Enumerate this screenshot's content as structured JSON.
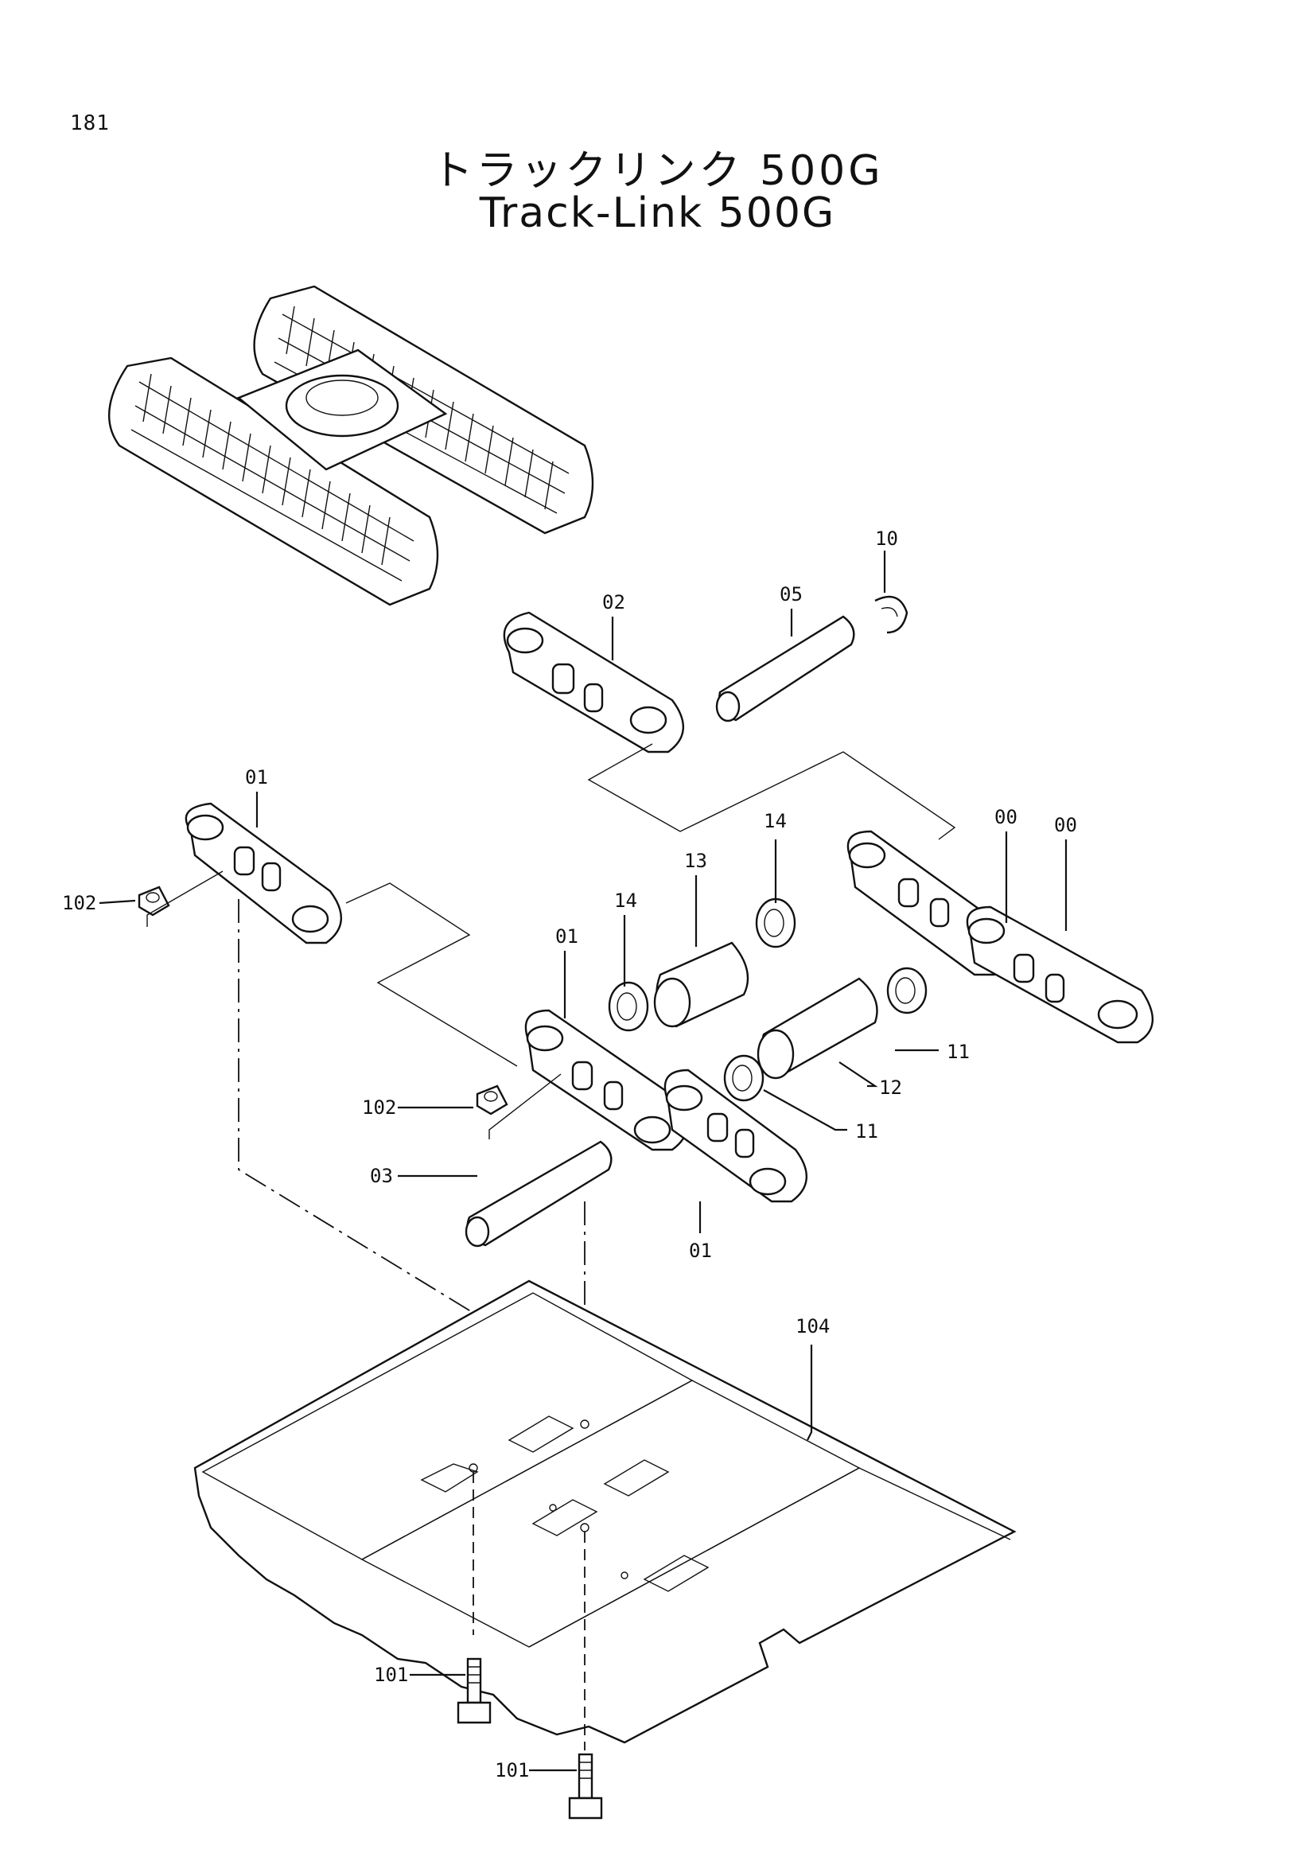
{
  "page": {
    "number": "181"
  },
  "title": {
    "japanese": "トラックリンク 500G",
    "english": "Track-Link 500G"
  },
  "callouts": [
    {
      "id": "c-10",
      "label": "10"
    },
    {
      "id": "c-05",
      "label": "05"
    },
    {
      "id": "c-02",
      "label": "02"
    },
    {
      "id": "c-01-top",
      "label": "01"
    },
    {
      "id": "c-102-left",
      "label": "102"
    },
    {
      "id": "c-14-a",
      "label": "14"
    },
    {
      "id": "c-13",
      "label": "13"
    },
    {
      "id": "c-00-a",
      "label": "00"
    },
    {
      "id": "c-00-b",
      "label": "00"
    },
    {
      "id": "c-14-b",
      "label": "14"
    },
    {
      "id": "c-01-mid",
      "label": "01"
    },
    {
      "id": "c-11-a",
      "label": "11"
    },
    {
      "id": "c-12",
      "label": "12"
    },
    {
      "id": "c-11-b",
      "label": "11"
    },
    {
      "id": "c-102-mid",
      "label": "102"
    },
    {
      "id": "c-03",
      "label": "03"
    },
    {
      "id": "c-01-bottom",
      "label": "01"
    },
    {
      "id": "c-104",
      "label": "104"
    },
    {
      "id": "c-101-a",
      "label": "101"
    },
    {
      "id": "c-101-b",
      "label": "101"
    }
  ]
}
